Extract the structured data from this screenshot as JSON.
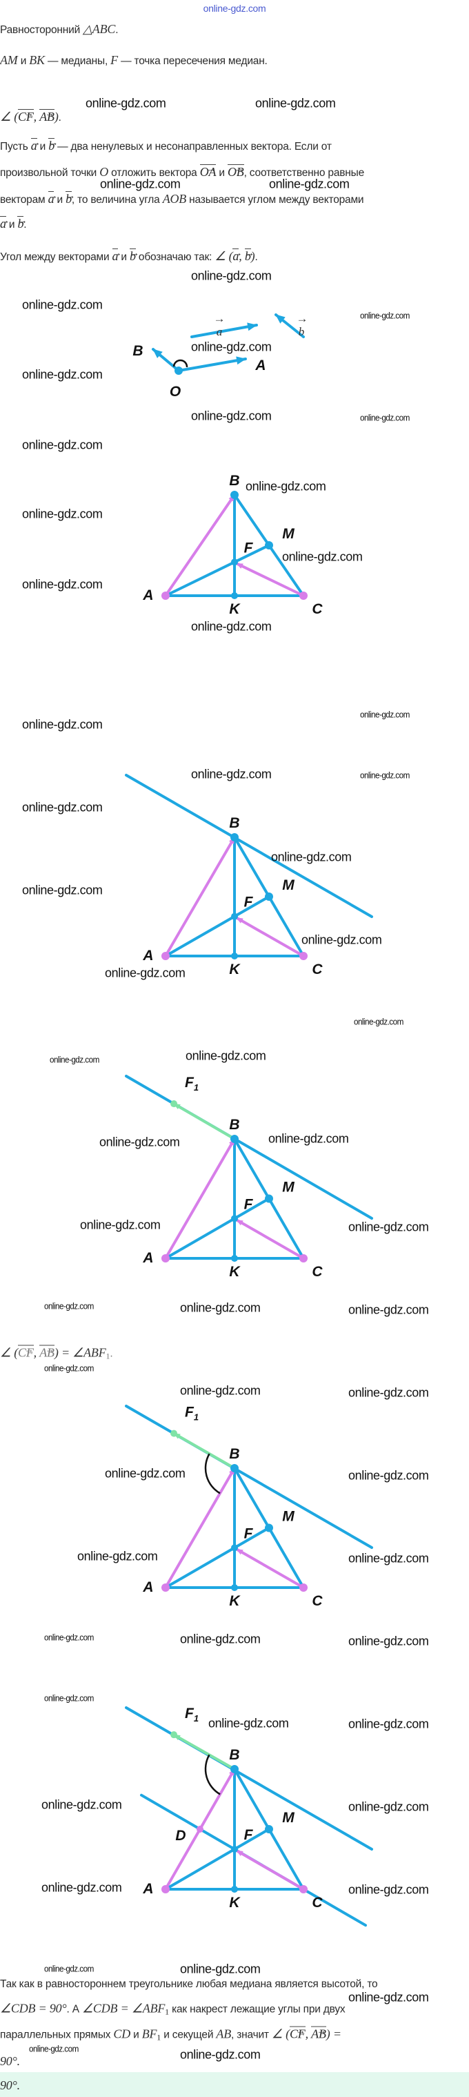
{
  "watermark": "online-gdz.com",
  "paragraphs": [
    [
      "Равносторонний ",
      {
        "m": "△ABC"
      },
      "."
    ],
    [
      {
        "m": "AM"
      },
      " и ",
      {
        "m": "BK"
      },
      " — медианы, ",
      {
        "m": "F"
      },
      " — точка пересечения медиан."
    ],
    [
      {
        "m": "∠ ("
      },
      {
        "v": "CF"
      },
      {
        "m": ", "
      },
      {
        "v": "AB"
      },
      {
        "m": ")"
      },
      "."
    ],
    [
      "Пусть ",
      {
        "v": "a"
      },
      " и ",
      {
        "v": "b"
      },
      " — два ненулевых и несонаправленных вектора. Если от"
    ],
    [
      "произвольной точки ",
      {
        "m": "O"
      },
      " отложить вектора ",
      {
        "v": "OA"
      },
      " и ",
      {
        "v": "OB"
      },
      ", соответственно равные"
    ],
    [
      "векторам ",
      {
        "v": "a"
      },
      " и ",
      {
        "v": "b"
      },
      ", то величина угла ",
      {
        "m": "AOB"
      },
      " называется углом между векторами"
    ],
    [
      {
        "v": "a"
      },
      " и ",
      {
        "v": "b"
      },
      "."
    ],
    [
      "Угол между векторами ",
      {
        "v": "a"
      },
      " и ",
      {
        "v": "b"
      },
      " обозначаю так: ",
      {
        "m": "∠ ("
      },
      {
        "v": "a"
      },
      {
        "m": ", "
      },
      {
        "v": "b"
      },
      {
        "m": ")"
      },
      "."
    ],
    [
      {
        "m": "∠ ("
      },
      {
        "v": "CF"
      },
      {
        "m": ", "
      },
      {
        "v": "AB"
      },
      {
        "m": ") = ∠ABF"
      },
      {
        "s": "1"
      },
      "."
    ],
    [
      "Так как в равностороннем треугольнике любая медиана является высотой, то"
    ],
    [
      {
        "m": "∠CDB = 90°"
      },
      ". А ",
      {
        "m": "∠CDB = ∠ABF"
      },
      {
        "s": "1"
      },
      " как накрест лежащие углы при двух"
    ],
    [
      "параллельных прямых ",
      {
        "m": "CD"
      },
      " и ",
      {
        "m": "BF"
      },
      {
        "s": "1"
      },
      " и секущей ",
      {
        "m": "AB"
      },
      ", значит ",
      {
        "m": "∠ ("
      },
      {
        "v": "CF"
      },
      {
        "m": ", "
      },
      {
        "v": "AB"
      },
      {
        "m": ") ="
      }
    ],
    [
      {
        "m": "90°."
      }
    ]
  ],
  "answer": [
    {
      "m": "90°."
    }
  ],
  "vector_figure": {
    "a": "a",
    "b": "b",
    "O": "O",
    "A": "A",
    "B": "B"
  },
  "point_labels": {
    "A": "A",
    "B": "B",
    "C": "C",
    "K": "K",
    "F": "F",
    "M": "M",
    "D": "D",
    "F1": "F",
    "F1_sub": "1"
  },
  "colors": {
    "blue": "#1ea7e1",
    "pink": "#d77ee9",
    "green": "#7fe3a6",
    "answer_bg": "#e3f8ee"
  }
}
